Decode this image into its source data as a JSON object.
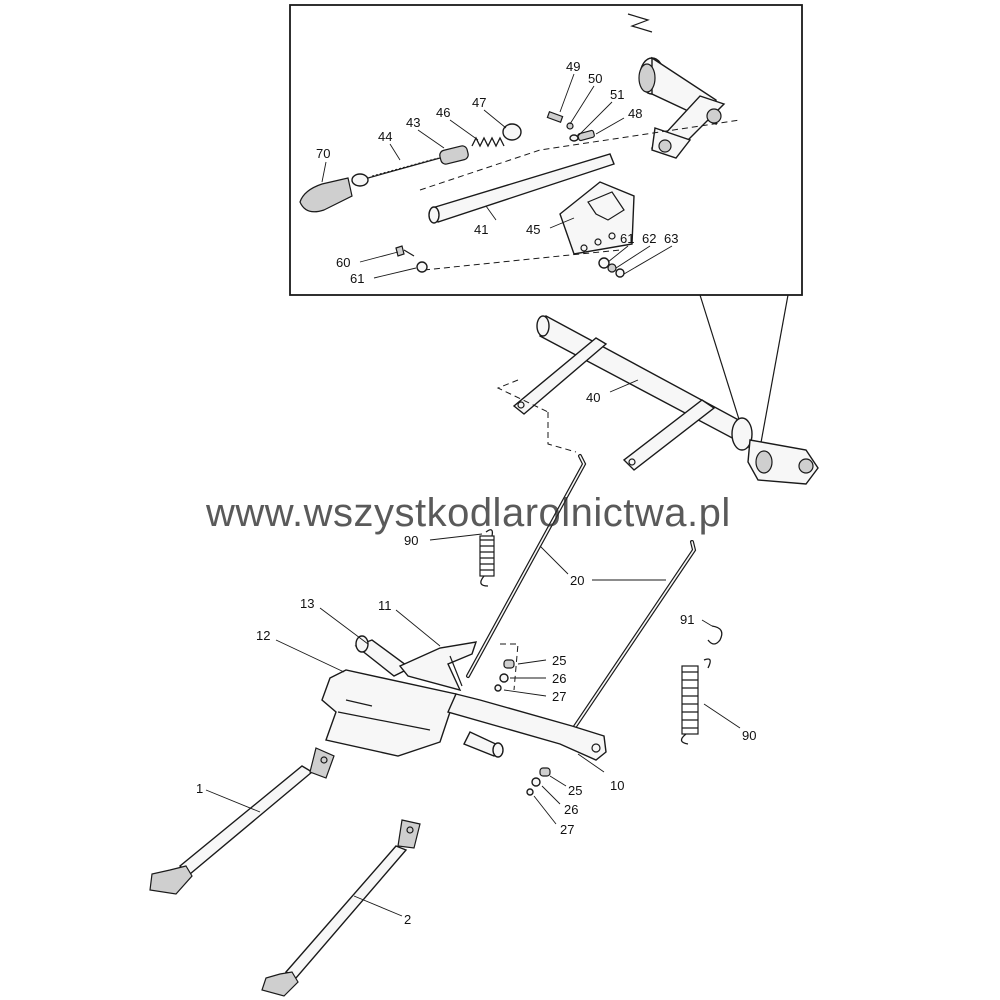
{
  "watermark": "www.wszystkodlarolnictwa.pl",
  "callouts": {
    "p70": "70",
    "p44": "44",
    "p43": "43",
    "p46": "46",
    "p47": "47",
    "p49": "49",
    "p50": "50",
    "p51": "51",
    "p48": "48",
    "p41": "41",
    "p45": "45",
    "p60": "60",
    "p61a": "61",
    "p61b": "61",
    "p62": "62",
    "p63": "63",
    "p40": "40",
    "p90a": "90",
    "p20": "20",
    "p13": "13",
    "p11": "11",
    "p12": "12",
    "p25a": "25",
    "p26a": "26",
    "p27a": "27",
    "p91": "91",
    "p90b": "90",
    "p25b": "25",
    "p26b": "26",
    "p27b": "27",
    "p10": "10",
    "p1": "1",
    "p2": "2"
  },
  "colors": {
    "ink": "#1a1a1a",
    "paper": "#ffffff"
  }
}
